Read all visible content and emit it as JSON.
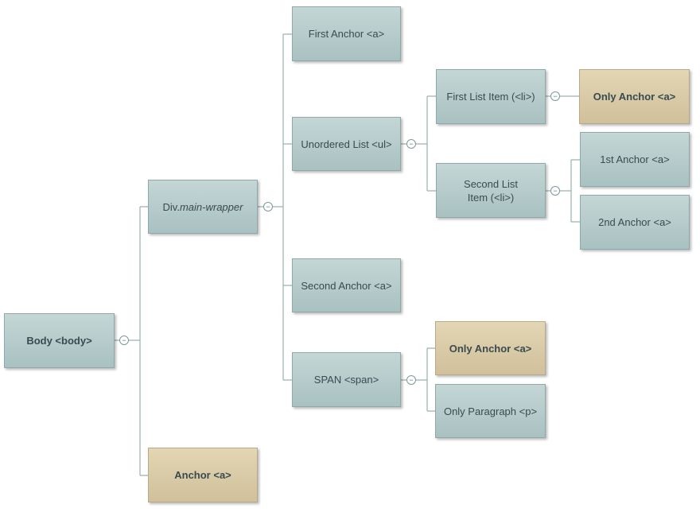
{
  "nodes": {
    "body": "Body <body>",
    "div_prefix": "Div.",
    "div_class": "main-wrapper",
    "anchor_root": "Anchor <a>",
    "first_anchor": "First Anchor <a>",
    "unordered_list": "Unordered List <ul>",
    "second_anchor": "Second Anchor <a>",
    "span": "SPAN <span>",
    "first_list_item": "First List Item (<li>)",
    "second_list_item": "Second List Item (<li>)",
    "only_anchor_li": "Only Anchor <a>",
    "first_anchor_li2": "1st Anchor <a>",
    "second_anchor_li2": "2nd Anchor <a>",
    "only_anchor_span": "Only Anchor <a>",
    "only_paragraph": "Only Paragraph <p>"
  },
  "toggle_symbol": "−",
  "colors": {
    "node_fill": "#b8cccc",
    "highlight_fill": "#dacba6",
    "connector": "#9ab0b0"
  }
}
